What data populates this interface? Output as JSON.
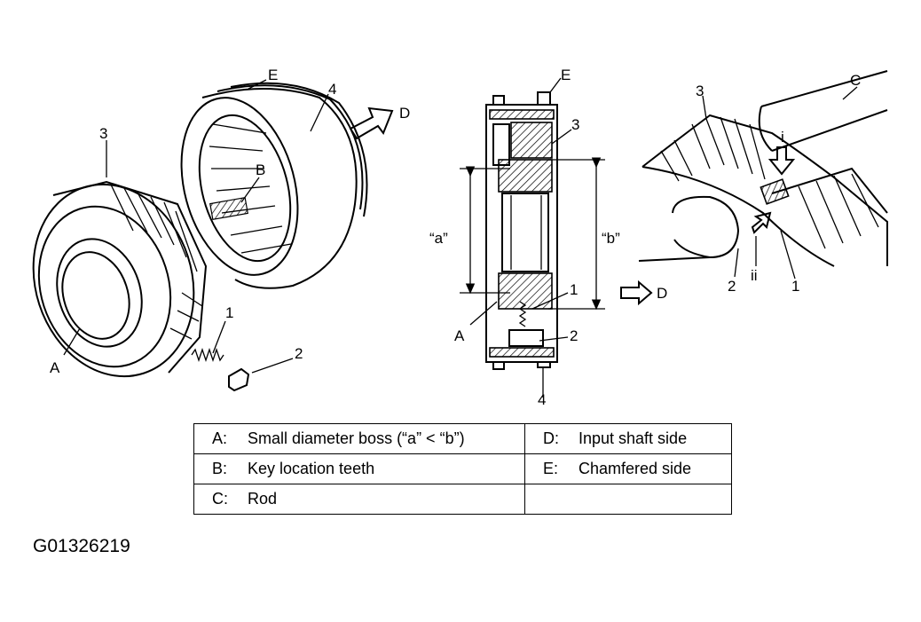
{
  "figure": {
    "left_view": {
      "label_3": "3",
      "label_E": "E",
      "label_4": "4",
      "label_D": "D",
      "label_B": "B",
      "label_A": "A",
      "label_1": "1",
      "label_2": "2"
    },
    "section_view": {
      "label_E": "E",
      "label_3": "3",
      "label_a": "“a”",
      "label_b": "“b”",
      "label_1": "1",
      "label_D": "D",
      "label_A": "A",
      "label_2": "2",
      "label_4": "4"
    },
    "right_view": {
      "label_3": "3",
      "label_C": "C",
      "label_i": "i",
      "label_2": "2",
      "label_ii": "ii",
      "label_1": "1"
    }
  },
  "legend": {
    "rows": [
      {
        "left": {
          "key": "A:",
          "text": "Small diameter boss (“a” < “b”)"
        },
        "right": {
          "key": "D:",
          "text": "Input shaft side"
        }
      },
      {
        "left": {
          "key": "B:",
          "text": "Key location teeth"
        },
        "right": {
          "key": "E:",
          "text": "Chamfered side"
        }
      },
      {
        "left": {
          "key": "C:",
          "text": "Rod"
        },
        "right": {
          "key": "",
          "text": ""
        }
      }
    ]
  },
  "figure_code": "G01326219"
}
